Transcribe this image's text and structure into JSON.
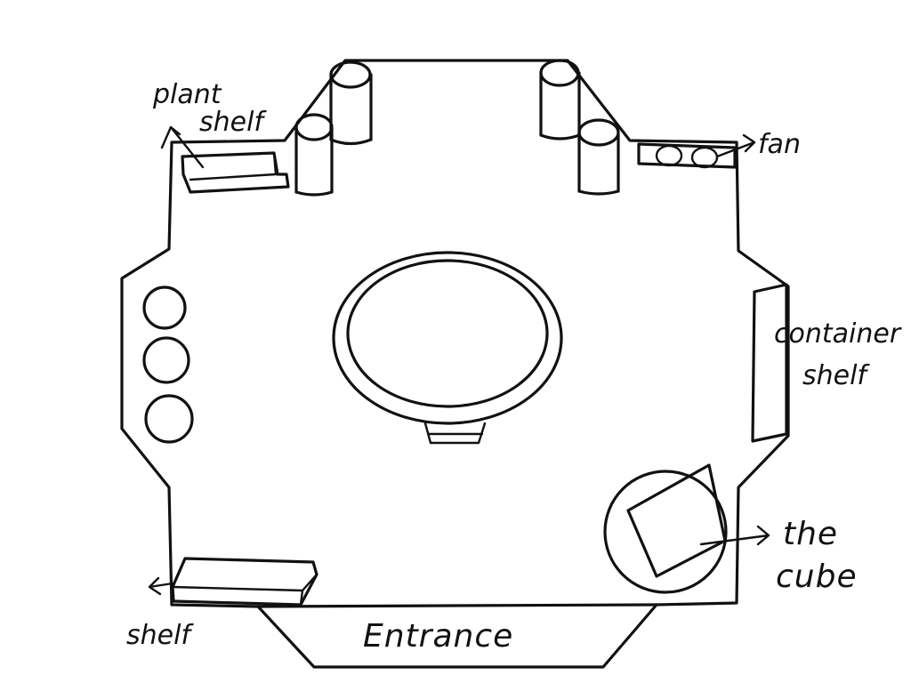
{
  "labels": {
    "plant_line1": "plant",
    "plant_line2": "shelf",
    "fan": "fan",
    "container_line1": "container",
    "container_line2": "shelf",
    "cube_line1": "the",
    "cube_line2": "cube",
    "shelf": "shelf",
    "entrance": "Entrance"
  },
  "colors": {
    "ink": "#111111",
    "paper": "#ffffff"
  }
}
